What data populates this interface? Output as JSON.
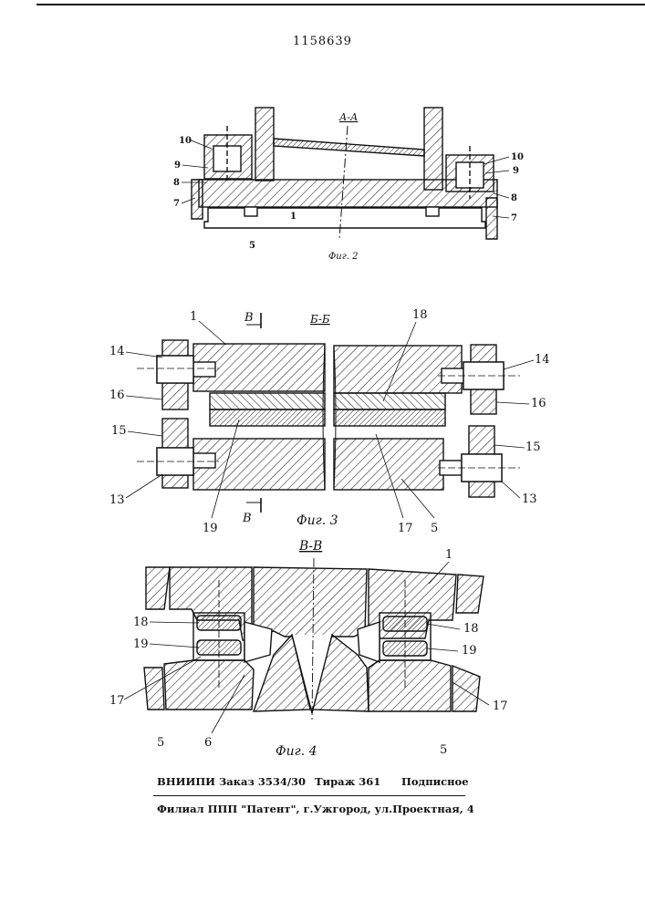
{
  "document_number": "1158639",
  "figures": [
    {
      "caption": "Фиг. 2",
      "section_label": "А-А",
      "callouts": [
        "10",
        "9",
        "8",
        "7",
        "1",
        "5",
        "10",
        "9",
        "8",
        "7"
      ]
    },
    {
      "caption": "Фиг. 3",
      "section_label": "Б-Б",
      "view_labels": [
        "В",
        "В"
      ],
      "callouts": [
        "1",
        "18",
        "14",
        "14",
        "16",
        "16",
        "15",
        "15",
        "13",
        "13",
        "19",
        "17",
        "5"
      ]
    },
    {
      "caption": "Фиг. 4",
      "section_label": "В-В",
      "callouts": [
        "1",
        "18",
        "18",
        "19",
        "19",
        "17",
        "17",
        "5",
        "6",
        "5"
      ]
    }
  ],
  "colophon": {
    "org": "ВНИИПИ",
    "order": "Заказ 3534/30",
    "circulation": "Тираж 361",
    "subscription": "Подписное",
    "branch": "Филиал ППП \"Патент\", г.Ужгород, ул.Проектная, 4"
  }
}
